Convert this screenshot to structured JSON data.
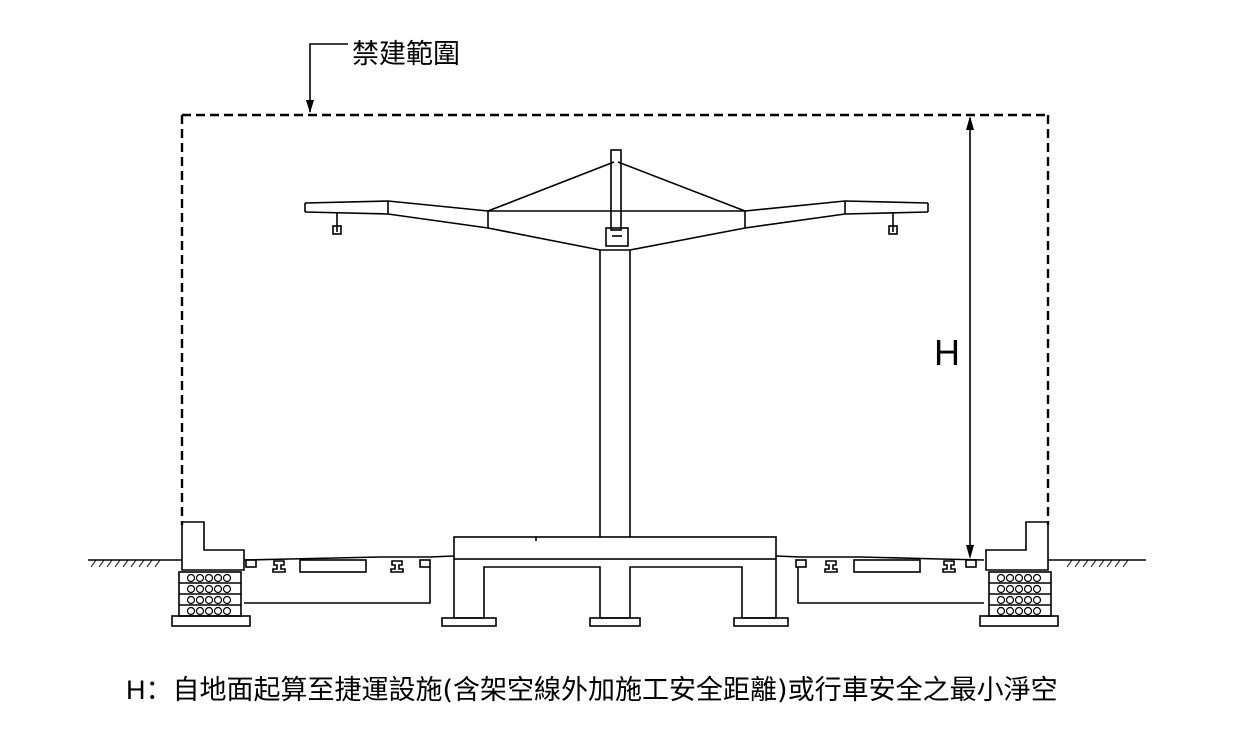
{
  "zone_label": "禁建範圍",
  "height_symbol": "H",
  "caption": {
    "key": "H：",
    "text": "自地面起算至捷運設施(含架空線外加施工安全距離)或行車安全之最小淨空"
  }
}
